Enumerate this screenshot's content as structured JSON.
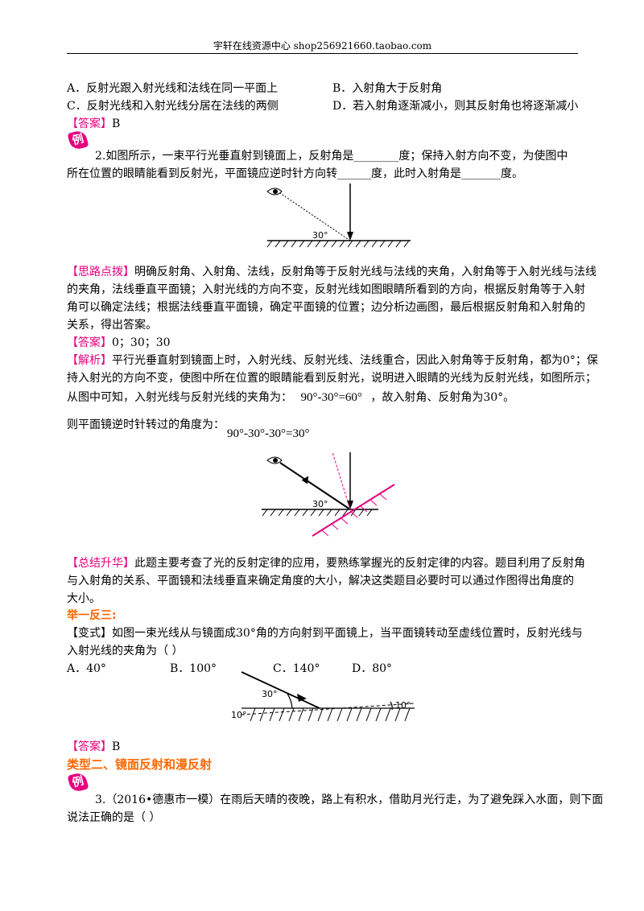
{
  "header": "宇轩在线资源中心   shop256921660.taobao.com",
  "q1_options": {
    "a": "A．反射光跟入射光线和法线在同一平面上",
    "b": "B．入射角大于反射角",
    "c": "C．反射光线和入射光线分居在法线的两侧",
    "d": "D．若入射角逐渐减小，则其反射角也将逐渐减小"
  },
  "answer_label": "【答案】",
  "q1_answer": "B",
  "badge": "例",
  "q2": {
    "line1": "2.如图所示，一束平行光垂直射到镜面上，反射角是________度；保持入射方向不变，为使图中",
    "line2": "所在位置的眼睛能看到反射光，平面镜应逆时针方向转______度，此时入射角是_______度。",
    "fig_angle": "30°"
  },
  "hint": {
    "label": "【思路点拨】",
    "l1": "明确反射角、入射角、法线，反射角等于反射光线与法线的夹角，入射角等于入射光线与法线",
    "l2": "的夹角，法线垂直平面镜；入射光线的方向不变，反射光线如图眼睛所看到的方向，根据反射角等于入射",
    "l3": "角可以确定法线；根据法线垂直平面镜，确定平面镜的位置；边分析边画图，最后根据反射角和入射角的",
    "l4": "关系，得出答案。"
  },
  "q2_answer": "0；30；30",
  "analysis": {
    "label": "【解析】",
    "l1": "平行光垂直射到镜面上时，入射光线、反射光线、法线重合，因此入射角等于反射角，都为0°；保",
    "l2": "持入射光的方向不变，使图中所在位置的眼睛能看到反射光，说明进入眼睛的光线为反射光线，如图所示；",
    "l3a": "从图中可知，入射光线与反射光线的夹角为：",
    "eq1": "90°-30°=60°",
    "l3b": "，故入射角、反射角为30°。",
    "l4": "则平面镜逆时针转过的角度为：",
    "eq2": "90°-30°-30°=30°"
  },
  "summary": {
    "label": "【总结升华】",
    "l1": "此题主要考查了光的反射定律的应用，要熟练掌握光的反射定律的内容。题目利用了反射角",
    "l2": "与入射角的关系、平面镜和法线垂直来确定角度的大小，解决这类题目必要时可以通过作图得出角度的",
    "l3": "大小。"
  },
  "variant_heading": "举一反三:",
  "variant": {
    "label": "【变式】",
    "l1": "如图一束光线从与镜面成30°角的方向射到平面镜上，当平面镜转动至虚线位置时，反射光线与",
    "l2": "入射光线的夹角为（      ）",
    "opt_a": "A．40°",
    "opt_b": "B．100°",
    "opt_c": "C．140°",
    "opt_d": "D．80°",
    "fig_30": "30°",
    "fig_10l": "10°",
    "fig_10r": "10°"
  },
  "variant_answer": "B",
  "type2_heading": "类型二、镜面反射和漫反射",
  "q3": {
    "l1": "3.（2016•德惠市一模）在雨后天晴的夜晚，路上有积水，借助月光行走，为了避免踩入水面，则下面",
    "l2": "说法正确的是（      ）"
  }
}
